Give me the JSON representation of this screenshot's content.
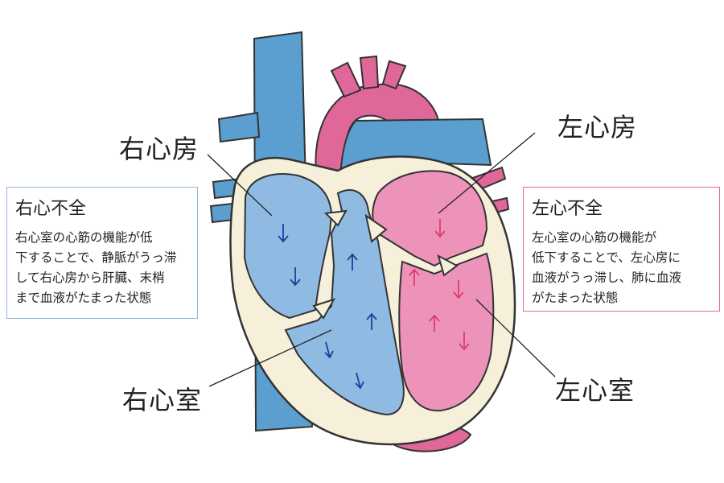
{
  "labels": {
    "right_atrium": "右心房",
    "left_atrium": "左心房",
    "right_ventricle": "右心室",
    "left_ventricle": "左心室"
  },
  "right_heart_failure": {
    "title": "右心不全",
    "lines": [
      "右心室の心筋の機能が低",
      "下することで、静脈がうっ滞",
      "して右心房から肝臓、末梢",
      "まで血液がたまった状態"
    ]
  },
  "left_heart_failure": {
    "title": "左心不全",
    "lines": [
      "左心室の心筋の機能が",
      "低下することで、左心房に",
      "血液がうっ滞し、肺に血液",
      "がたまった状態"
    ]
  },
  "colors": {
    "vessel_blue": "#5b9fd0",
    "chamber_blue": "#8fbbe3",
    "aorta_pink": "#e0679a",
    "chamber_pink": "#ed92b8",
    "wall_cream": "#f6efd9",
    "arrow_blue": "#1f3f9a",
    "arrow_red": "#e03c6e"
  }
}
